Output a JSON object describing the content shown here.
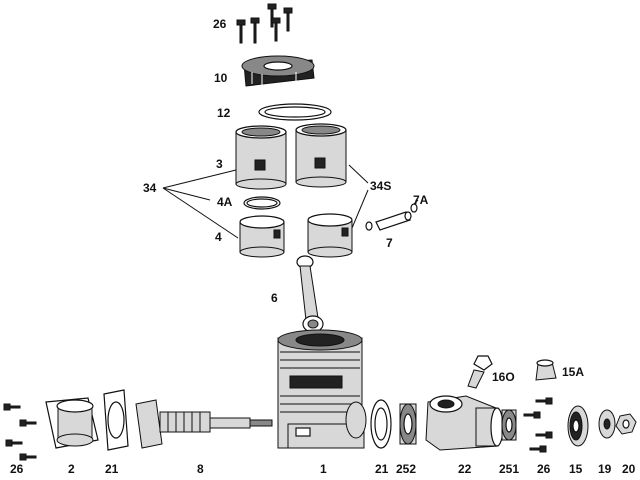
{
  "callouts": {
    "screws_top": "26",
    "head": "10",
    "gasket": "12",
    "liner": "3",
    "set": "34",
    "ring": "4A",
    "piston": "4",
    "set_s": "34S",
    "pin": "7",
    "clips": "7A",
    "rod": "6",
    "plug": "16O",
    "cap": "15A"
  },
  "bottom_labels": [
    "26",
    "2",
    "21",
    "8",
    "1",
    "21",
    "252",
    "22",
    "251",
    "26",
    "15",
    "19",
    "20"
  ]
}
